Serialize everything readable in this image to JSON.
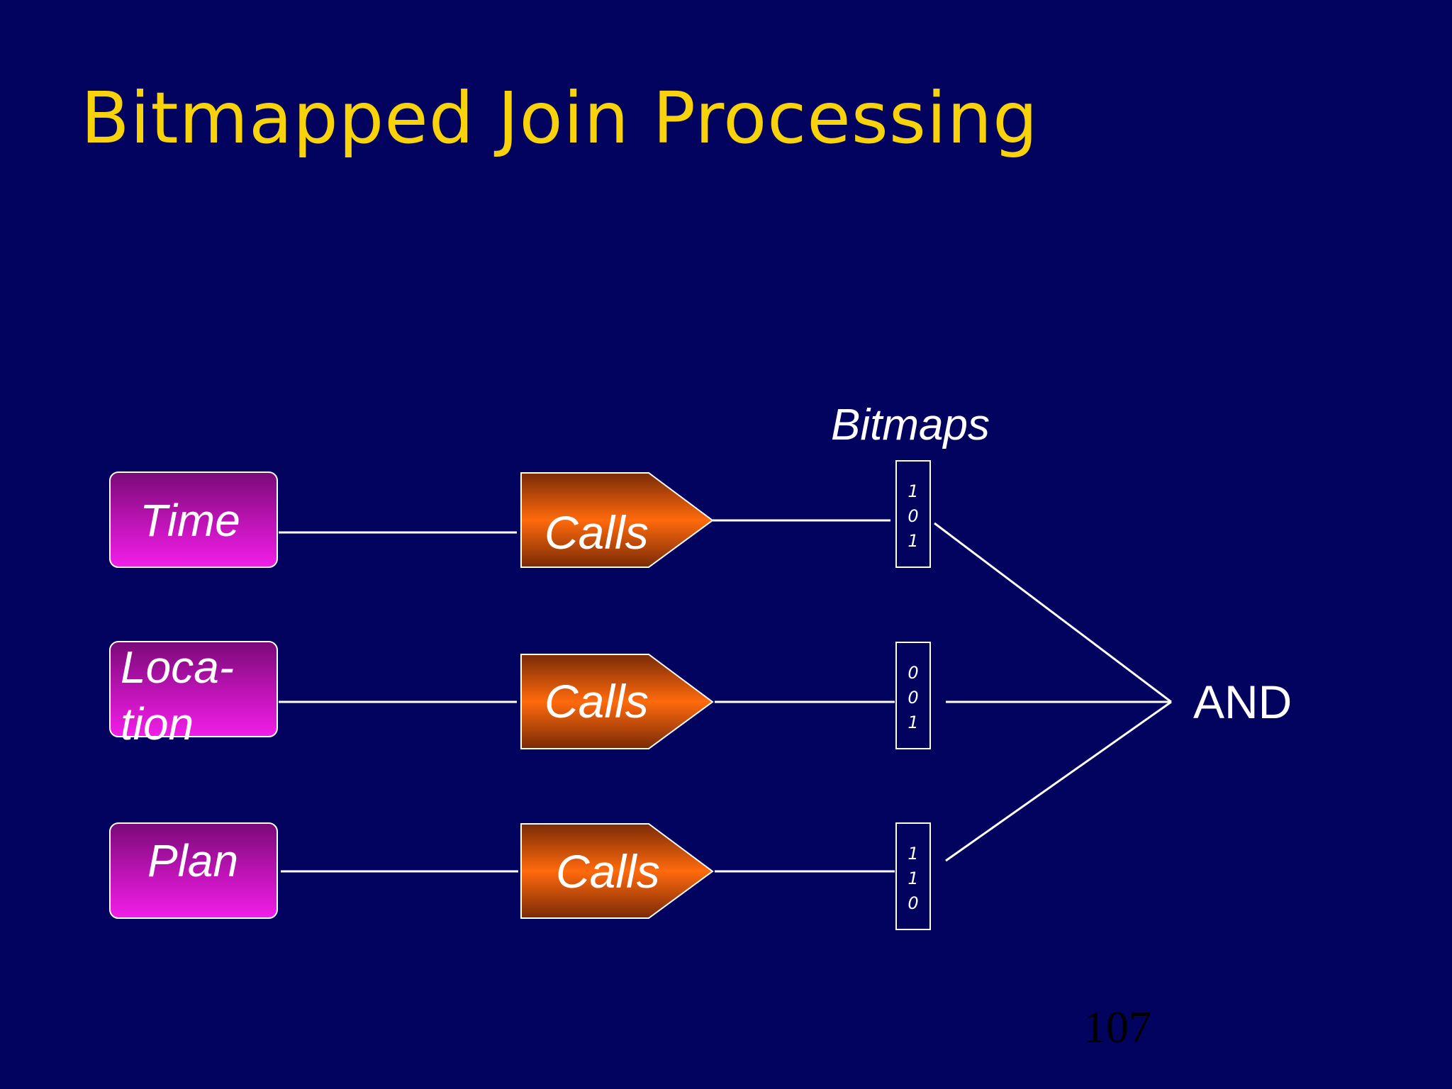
{
  "title": "Bitmapped Join Processing",
  "bitmaps_label": "Bitmaps",
  "and_label": "AND",
  "page_number": "107",
  "colors": {
    "background": "#02025f",
    "title": "#f8d20a",
    "dimension_box": "#e21ad8",
    "fact_arrow": "#e8620a",
    "lines": "#ffffff"
  },
  "rows": [
    {
      "dimension": [
        "Time"
      ],
      "fact": "Calls",
      "bits": [
        "1",
        "0",
        "1"
      ]
    },
    {
      "dimension": [
        "Loca-",
        "tion"
      ],
      "fact": "Calls",
      "bits": [
        "0",
        "0",
        "1"
      ]
    },
    {
      "dimension": [
        "Plan"
      ],
      "fact": "Calls",
      "bits": [
        "1",
        "1",
        "0"
      ]
    }
  ]
}
